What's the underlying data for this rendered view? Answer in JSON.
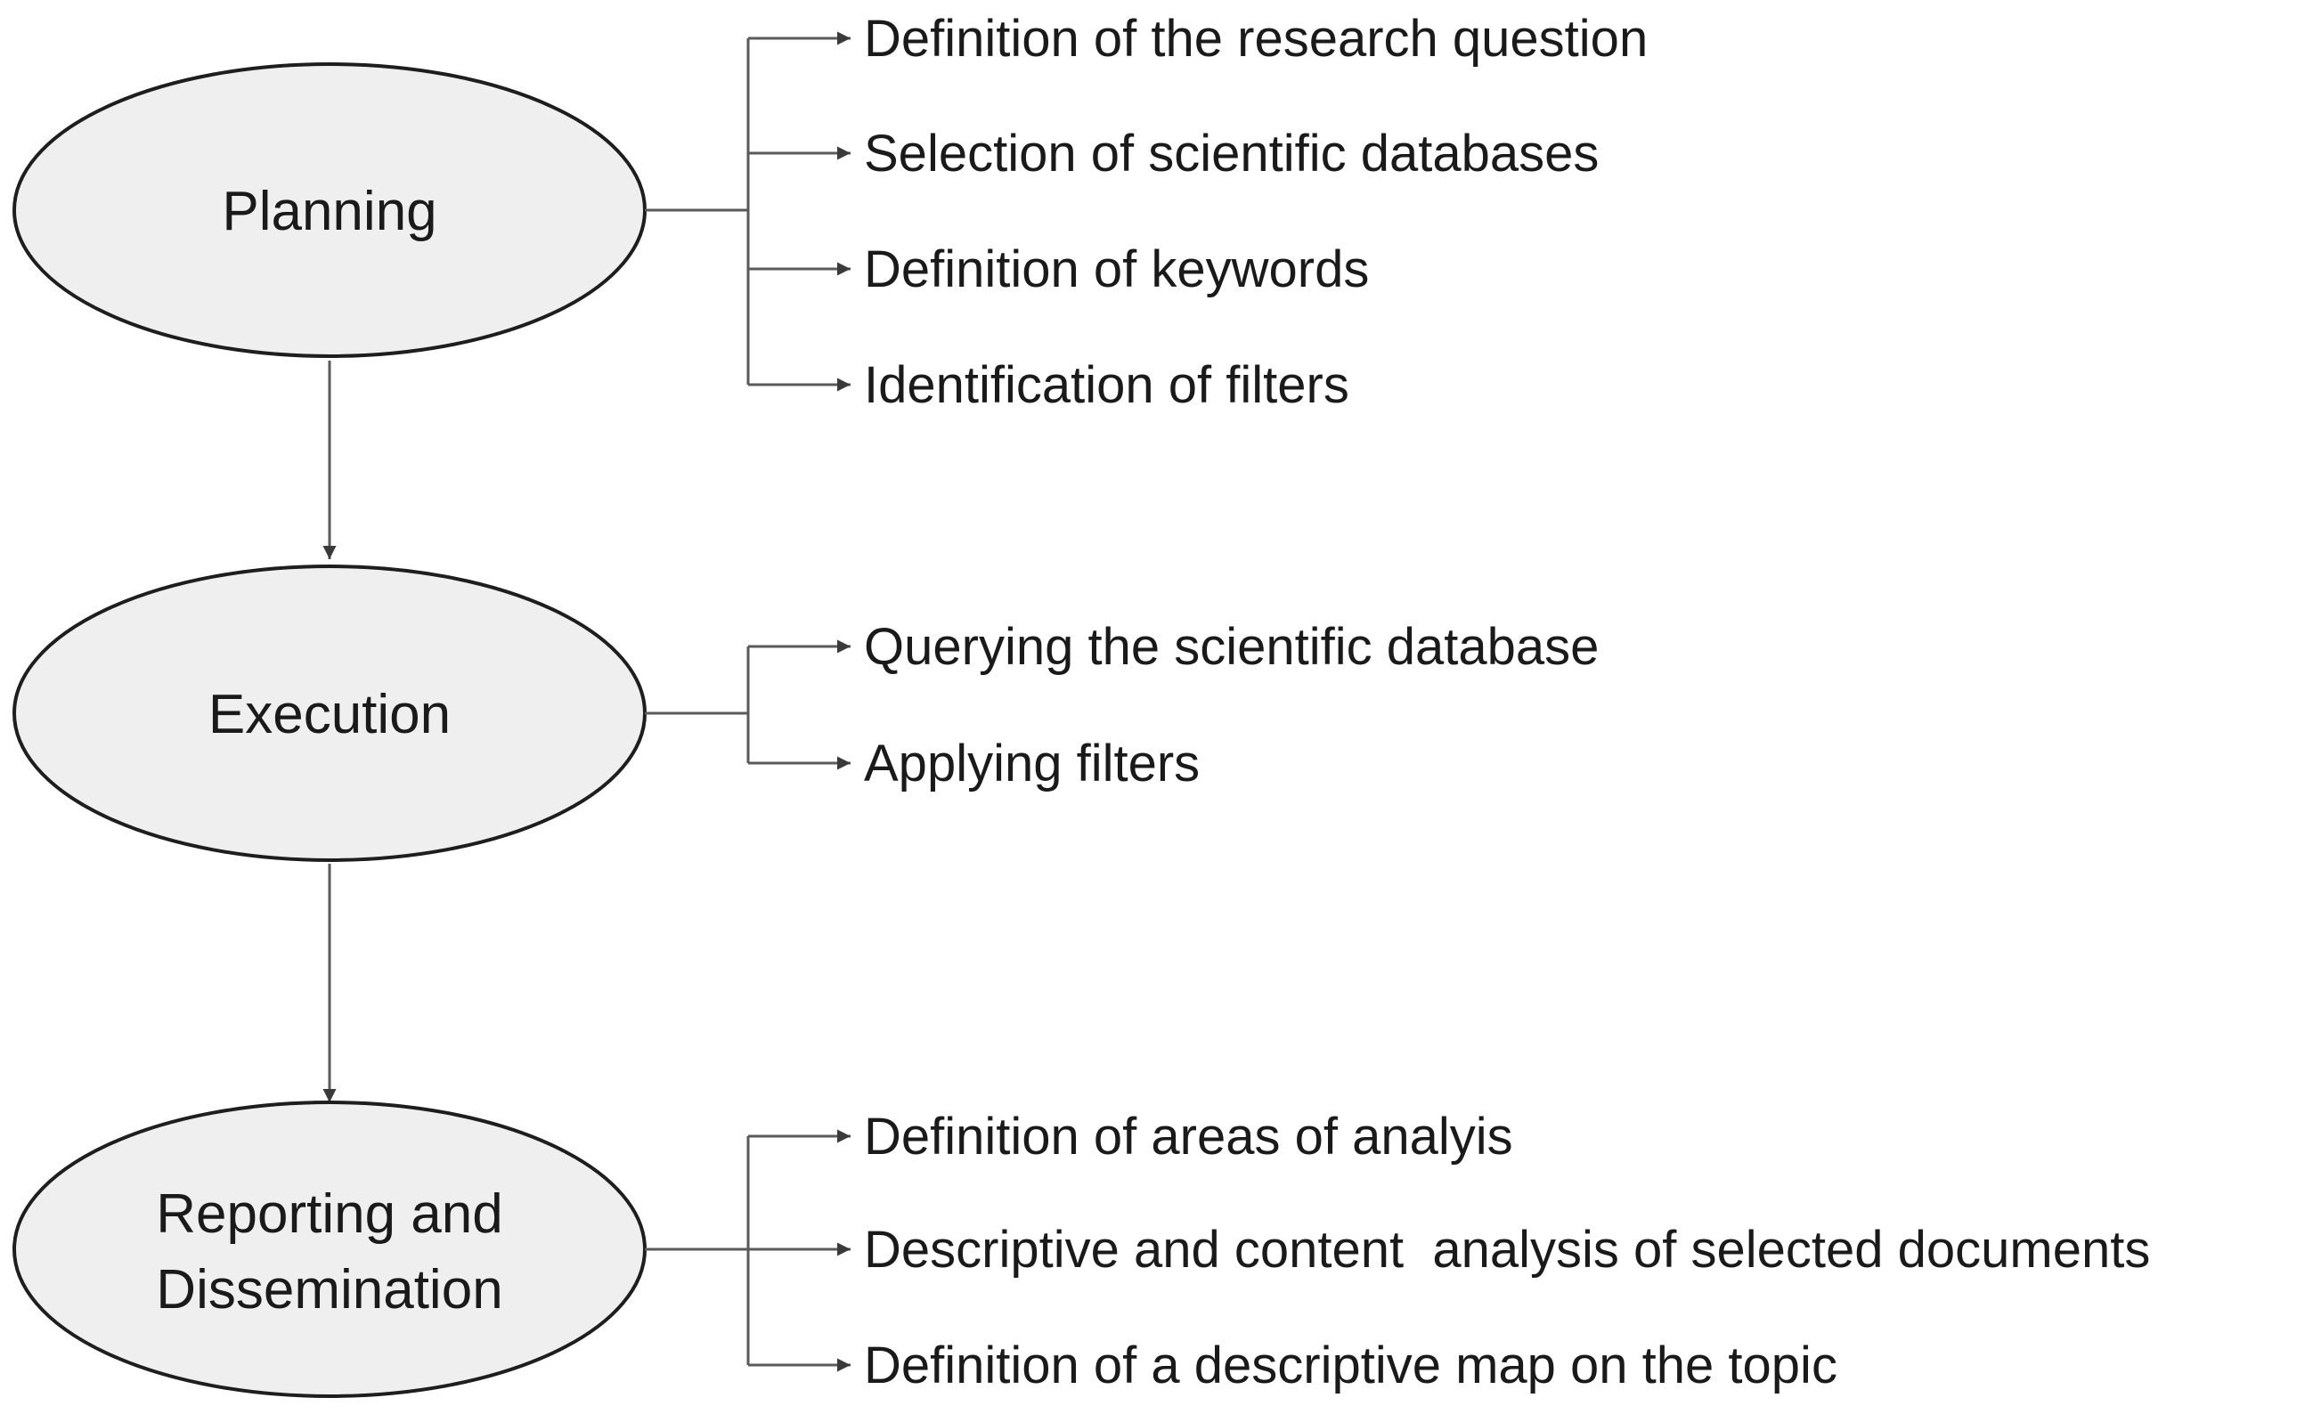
{
  "stages": [
    {
      "id": "planning",
      "label_lines": [
        "Planning"
      ],
      "steps": [
        "Definition of the research question",
        "Selection of scientific databases",
        "Definition of keywords",
        "Identification of filters"
      ]
    },
    {
      "id": "execution",
      "label_lines": [
        "Execution"
      ],
      "steps": [
        "Querying the scientific database",
        "Applying filters"
      ]
    },
    {
      "id": "reporting-and-dissemination",
      "label_lines": [
        "Reporting and",
        "Dissemination"
      ],
      "steps": [
        "Definition of areas of analyis",
        "Descriptive and content  analysis of selected documents",
        "Definition of a descriptive map on the topic"
      ]
    }
  ],
  "colors": {
    "stage_fill": "#efefef",
    "stage_stroke": "#1e1e1e",
    "connector": "#5a5a5a",
    "text": "#1a1a1a"
  }
}
